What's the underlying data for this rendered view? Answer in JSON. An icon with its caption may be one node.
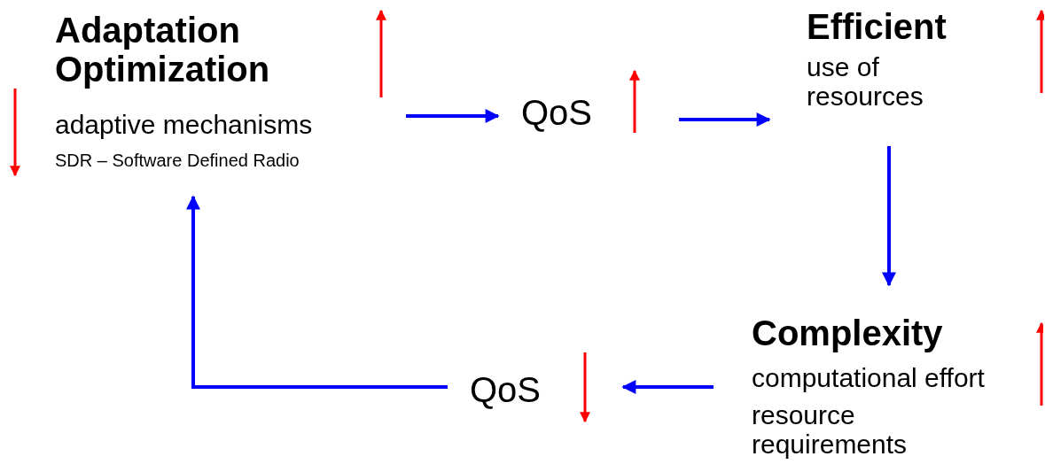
{
  "diagram": {
    "nodes": [
      {
        "text": [
          "Adaptation Optimization",
          "adaptive mechanisms",
          "SDR – Software Defined Radio"
        ]
      },
      {
        "text": [
          "QoS"
        ]
      },
      {
        "text": [
          "Efficient",
          "use of resources"
        ]
      },
      {
        "text": [
          "Complexity",
          "computational effort",
          "resource requirements"
        ]
      },
      {
        "text": [
          "QoS"
        ]
      }
    ],
    "edges": [
      {
        "from": 0,
        "to": 1,
        "arrow": "to"
      },
      {
        "from": 1,
        "to": 2,
        "arrow": "to"
      },
      {
        "from": 2,
        "to": 3,
        "arrow": "to"
      },
      {
        "from": 3,
        "to": 4,
        "arrow": "to"
      },
      {
        "from": 4,
        "to": 0,
        "arrow": "to"
      }
    ]
  }
}
